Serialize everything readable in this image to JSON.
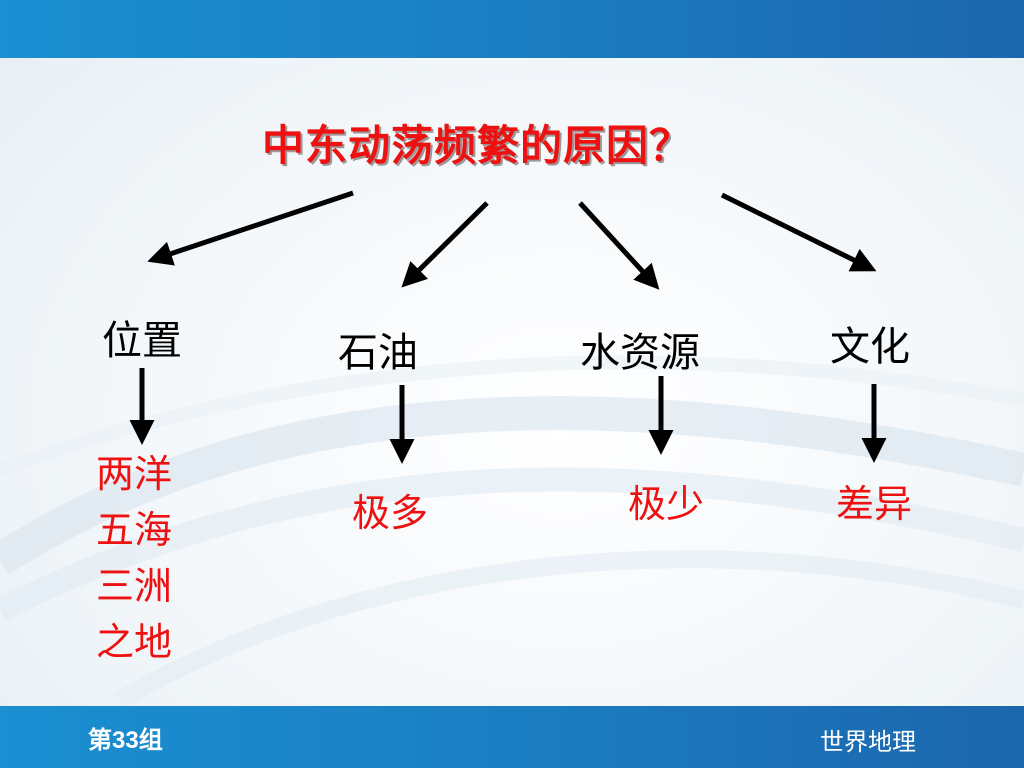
{
  "title": "中东动荡频繁的原因？",
  "causes": [
    {
      "label": "位置",
      "result": [
        "两洋",
        "五海",
        "三洲",
        "之地"
      ]
    },
    {
      "label": "石油",
      "result": [
        "极多"
      ]
    },
    {
      "label": "水资源",
      "result": [
        "极少"
      ]
    },
    {
      "label": "文化",
      "result": [
        "差异"
      ]
    }
  ],
  "footer": {
    "left": "第33组",
    "right": "世界地理"
  },
  "colors": {
    "band": "#1b80c4",
    "title": "#ee1111",
    "result": "#ee1111",
    "arrow": "#000000"
  }
}
